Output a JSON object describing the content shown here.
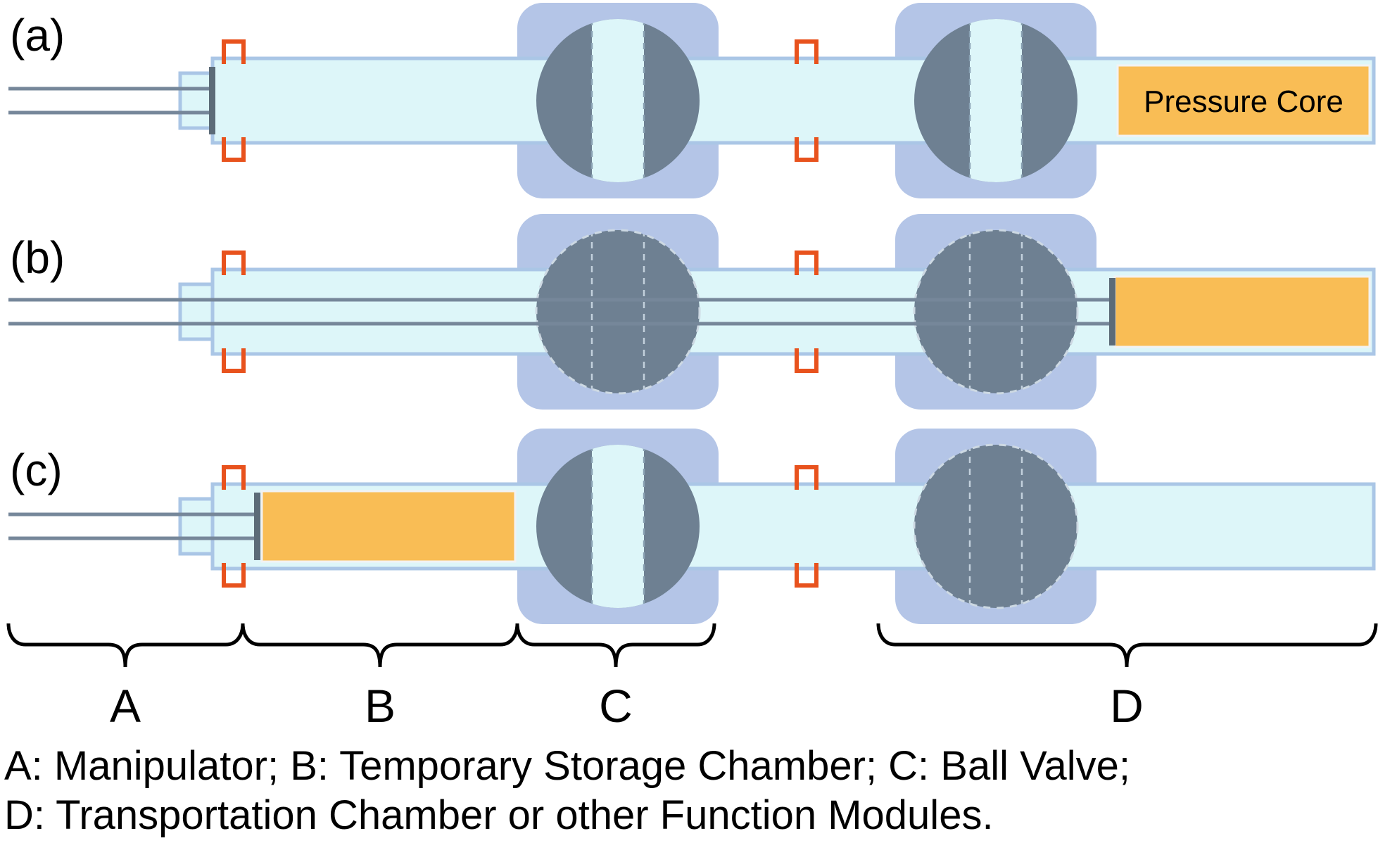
{
  "figure": {
    "panel_labels": [
      "(a)",
      "(b)",
      "(c)"
    ],
    "pressure_core_label": "Pressure Core",
    "region_labels": [
      "A",
      "B",
      "C",
      "D"
    ],
    "caption_line1": "A: Manipulator; B: Temporary Storage Chamber; C: Ball Valve;",
    "caption_line2": "D: Transportation Chamber or other Function Modules.",
    "stages": [
      {
        "panel": "(a)",
        "valve1_state": "channel-vertical",
        "valve2_state": "channel-vertical",
        "manipulator": "retracted",
        "core_position": "transportation-chamber"
      },
      {
        "panel": "(b)",
        "valve1_state": "ball-solid-dashed",
        "valve2_state": "ball-solid-dashed",
        "manipulator": "fully-extended",
        "core_position": "transportation-chamber"
      },
      {
        "panel": "(c)",
        "valve1_state": "channel-vertical",
        "valve2_state": "ball-solid-dashed",
        "manipulator": "retracted",
        "core_position": "temporary-storage-chamber"
      }
    ],
    "colors": {
      "tube_fill": "#ddf6f9",
      "tube_stroke": "#aac6e6",
      "valve_housing": "#b4c5e7",
      "valve_ball": "#6e8092",
      "clamp": "#e8521d",
      "pressure_core": "#f9bd55",
      "rod": "#76879a",
      "piston_plate": "#5c6b78",
      "text": "#000000"
    }
  }
}
